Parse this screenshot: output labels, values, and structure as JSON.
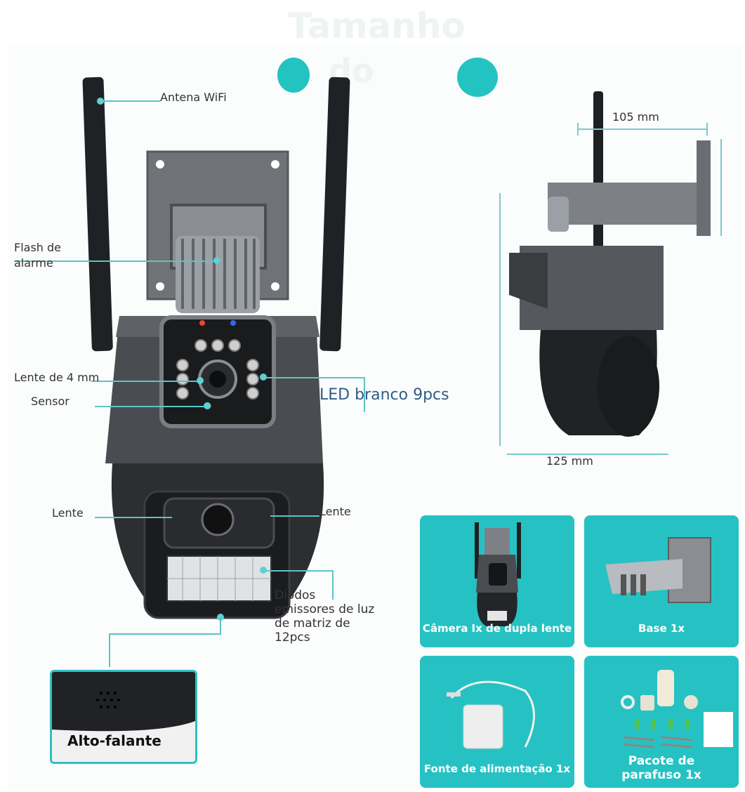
{
  "heading": {
    "line1": "Tamanho",
    "line2": "do"
  },
  "labels": {
    "wifi_antenna": "Antena WiFi",
    "alarm_flash": "Flash de\nalarme",
    "lens_4mm": "Lente de 4 mm",
    "sensor": "Sensor",
    "white_led": "LED branco 9pcs",
    "lens_left": "Lente",
    "lens_right": "Lente",
    "matrix_led": "Diodos\nemissores de luz\nde matriz de\n12pcs",
    "speaker": "Alto-falante"
  },
  "dimensions": {
    "width": "105 mm",
    "depth": "125 mm"
  },
  "package": [
    {
      "label": "Câmera Ix de dupla lente"
    },
    {
      "label": "Base 1x"
    },
    {
      "label": "Fonte de alimentação 1x"
    },
    {
      "label": "Pacote de\nparafuso 1x"
    }
  ],
  "colors": {
    "accent": "#26c2c3",
    "camera_body": "#3d3f44",
    "label_blue": "#2f5d8a"
  }
}
